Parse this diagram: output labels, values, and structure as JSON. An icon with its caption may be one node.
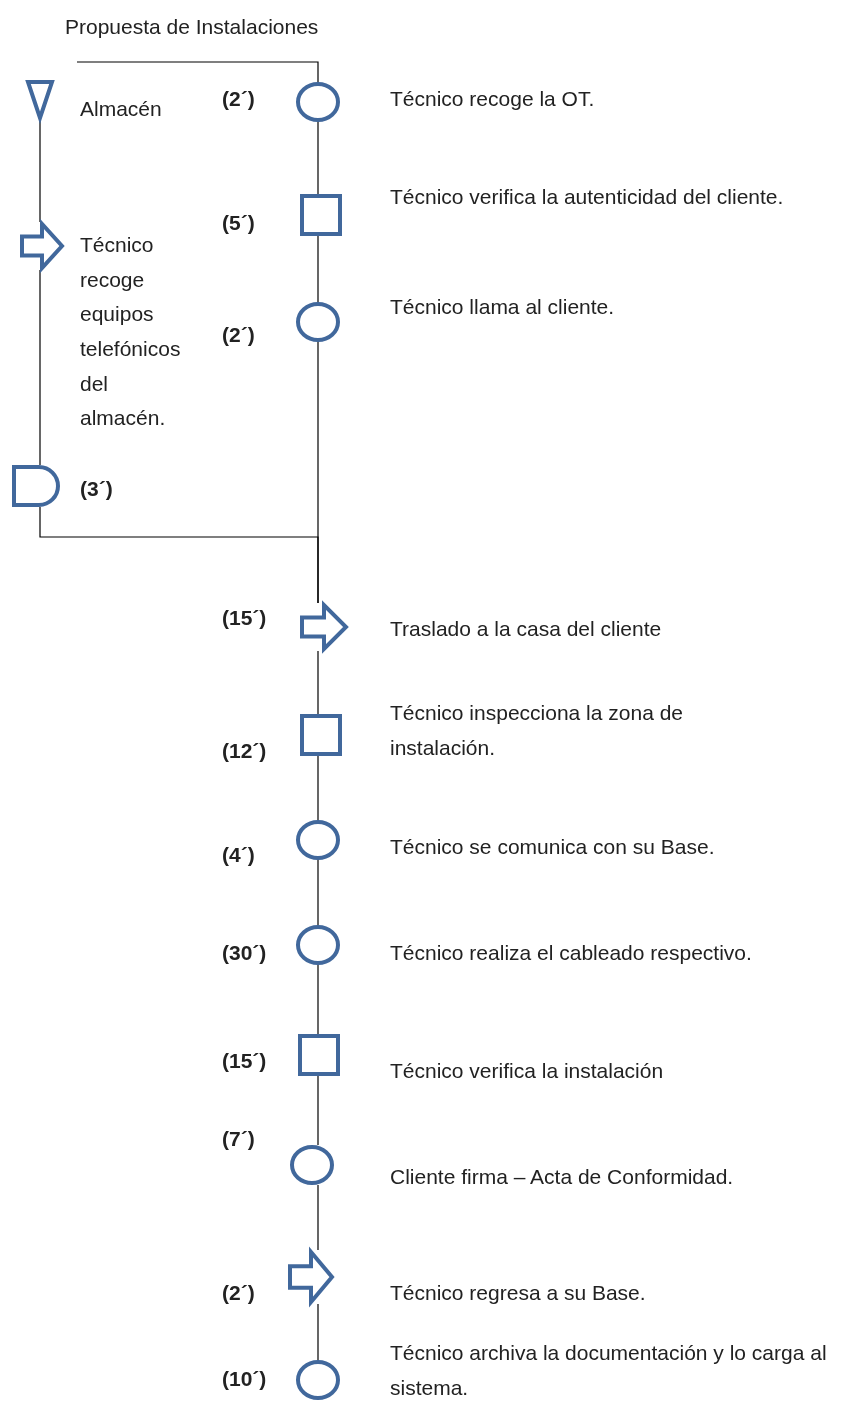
{
  "diagram": {
    "title": "Propuesta de Instalaciones",
    "nodes": [
      {
        "text": [],
        "shape": "triangle",
        "beside": [
          "Almacén"
        ]
      },
      {
        "text": [],
        "shape": "arrow",
        "beside": [
          "Técnico recoge equipos telefónicos del almacén."
        ]
      },
      {
        "text": [],
        "shape": "semicircle",
        "beside": [
          "(3´)"
        ]
      },
      {
        "text": [],
        "shape": "circle",
        "beside": [
          "(2´)",
          "Técnico recoge la OT."
        ]
      },
      {
        "text": [],
        "shape": "box",
        "beside": [
          "(5´)",
          "Técnico verifica la autenticidad del cliente."
        ]
      },
      {
        "text": [],
        "shape": "circle",
        "beside": [
          "(2´)",
          "Técnico llama al cliente."
        ]
      },
      {
        "text": [],
        "shape": "arrow",
        "beside": [
          "(15´)",
          "Traslado a la casa del cliente"
        ]
      },
      {
        "text": [],
        "shape": "box",
        "beside": [
          "(12´)",
          "Técnico inspecciona la zona de instalación."
        ]
      },
      {
        "text": [],
        "shape": "circle",
        "beside": [
          "(4´)",
          "Técnico se comunica con su Base."
        ]
      },
      {
        "text": [],
        "shape": "circle",
        "beside": [
          "(30´)",
          "Técnico realiza el cableado respectivo."
        ]
      },
      {
        "text": [],
        "shape": "box",
        "beside": [
          "(15´)",
          "Técnico verifica la instalación"
        ]
      },
      {
        "text": [],
        "shape": "circle",
        "beside": [
          "(7´)",
          "Cliente firma – Acta de Conformidad."
        ]
      },
      {
        "text": [],
        "shape": "arrow",
        "beside": [
          "(2´)",
          "Técnico regresa a su Base."
        ]
      },
      {
        "text": [],
        "shape": "circle",
        "beside": [
          "(10´)",
          "Técnico archiva la documentación y lo carga al sistema."
        ]
      }
    ],
    "edges": [
      {
        "from": 0,
        "to": 1,
        "arrow": "none"
      },
      {
        "from": 1,
        "to": 2,
        "arrow": "none"
      },
      {
        "from": 2,
        "to": 6,
        "arrow": "none"
      },
      {
        "from": null,
        "to": 3,
        "arrow": "none"
      },
      {
        "from": 3,
        "to": 4,
        "arrow": "none"
      },
      {
        "from": 4,
        "to": 5,
        "arrow": "none"
      },
      {
        "from": 5,
        "to": 6,
        "arrow": "none"
      },
      {
        "from": 6,
        "to": 7,
        "arrow": "none"
      },
      {
        "from": 7,
        "to": 8,
        "arrow": "none"
      },
      {
        "from": 8,
        "to": 9,
        "arrow": "none"
      },
      {
        "from": 9,
        "to": 10,
        "arrow": "none"
      },
      {
        "from": 10,
        "to": 11,
        "arrow": "none"
      },
      {
        "from": 11,
        "to": 12,
        "arrow": "none"
      },
      {
        "from": 12,
        "to": 13,
        "arrow": "none"
      }
    ]
  }
}
